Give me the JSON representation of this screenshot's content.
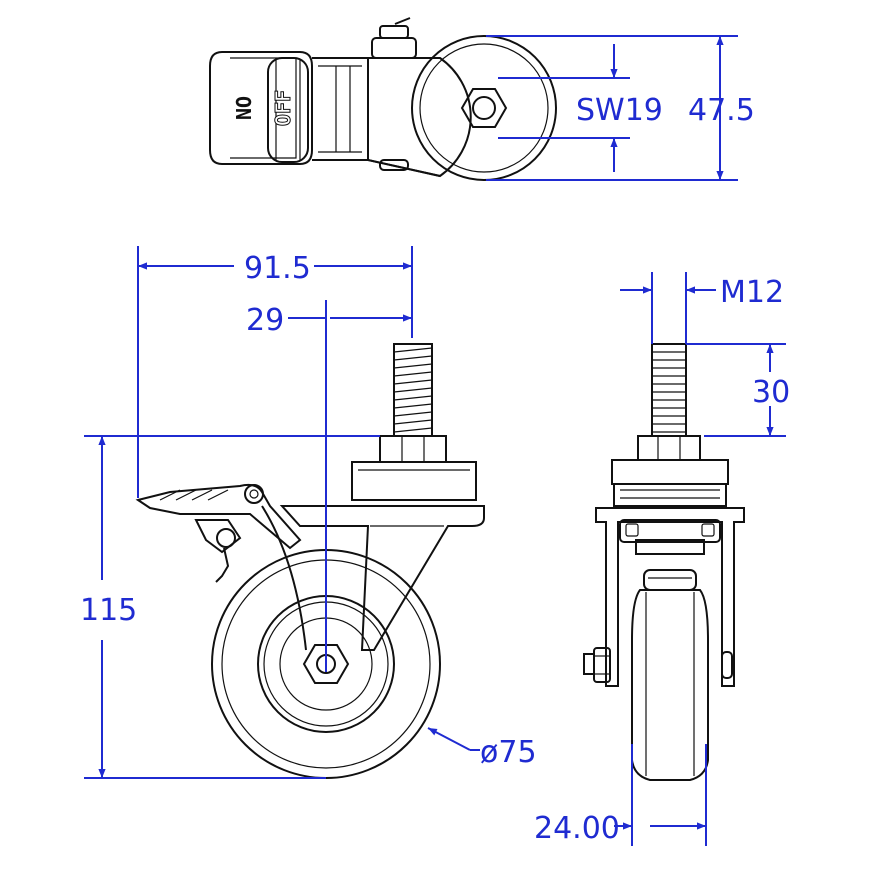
{
  "colors": {
    "dimension": "#1f2bd1",
    "outline": "#111111",
    "background": "#ffffff"
  },
  "top_view": {
    "lock_on_label": "ON",
    "lock_off_label": "OFF",
    "dims": {
      "hex_size": "SW19",
      "width": "47.5"
    }
  },
  "side_view": {
    "dims": {
      "overall_length": "91.5",
      "offset": "29",
      "height": "115",
      "wheel_diameter": "ø75"
    }
  },
  "front_view": {
    "dims": {
      "thread": "M12",
      "thread_length": "30",
      "wheel_width": "24.00"
    }
  }
}
